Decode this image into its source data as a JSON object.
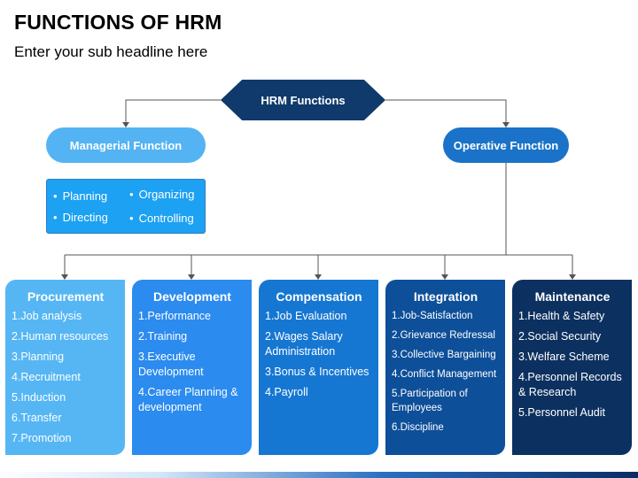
{
  "title": "FUNCTIONS OF HRM",
  "subtitle": "Enter your sub headline here",
  "root": {
    "label": "HRM Functions"
  },
  "managerial": {
    "label": "Managerial Function",
    "items": [
      "Planning",
      "Organizing",
      "Directing",
      "Controlling"
    ]
  },
  "operative": {
    "label": "Operative Function"
  },
  "bullet": "•",
  "categories": [
    {
      "title": "Procurement",
      "items": [
        "1.Job analysis",
        "2.Human resources",
        "3.Planning",
        "4.Recruitment",
        "5.Induction",
        "6.Transfer",
        "7.Promotion"
      ]
    },
    {
      "title": "Development",
      "items": [
        "1.Performance",
        "2.Training",
        "3.Executive Development",
        "4.Career Planning & development"
      ]
    },
    {
      "title": "Compensation",
      "items": [
        "1.Job Evaluation",
        "2.Wages Salary Administration",
        "3.Bonus & Incentives",
        "4.Payroll"
      ]
    },
    {
      "title": "Integration",
      "items": [
        "1.Job-Satisfaction",
        "2.Grievance Redressal",
        "3.Collective Bargaining",
        "4.Conflict Management",
        "5.Participation of Employees",
        "6.Discipline"
      ]
    },
    {
      "title": "Maintenance",
      "items": [
        "1.Health & Safety",
        "2.Social Security",
        "3.Welfare Scheme",
        "4.Personnel Records & Research",
        "5.Personnel Audit"
      ]
    }
  ],
  "colors": {
    "root": "#0f3a6b",
    "managerial": "#54b3f2",
    "operative": "#1a73c8",
    "procurement": "#56b6f4",
    "development": "#2b8bef",
    "compensation": "#1677d2",
    "integration": "#0e4f99",
    "maintenance": "#0c3160"
  }
}
